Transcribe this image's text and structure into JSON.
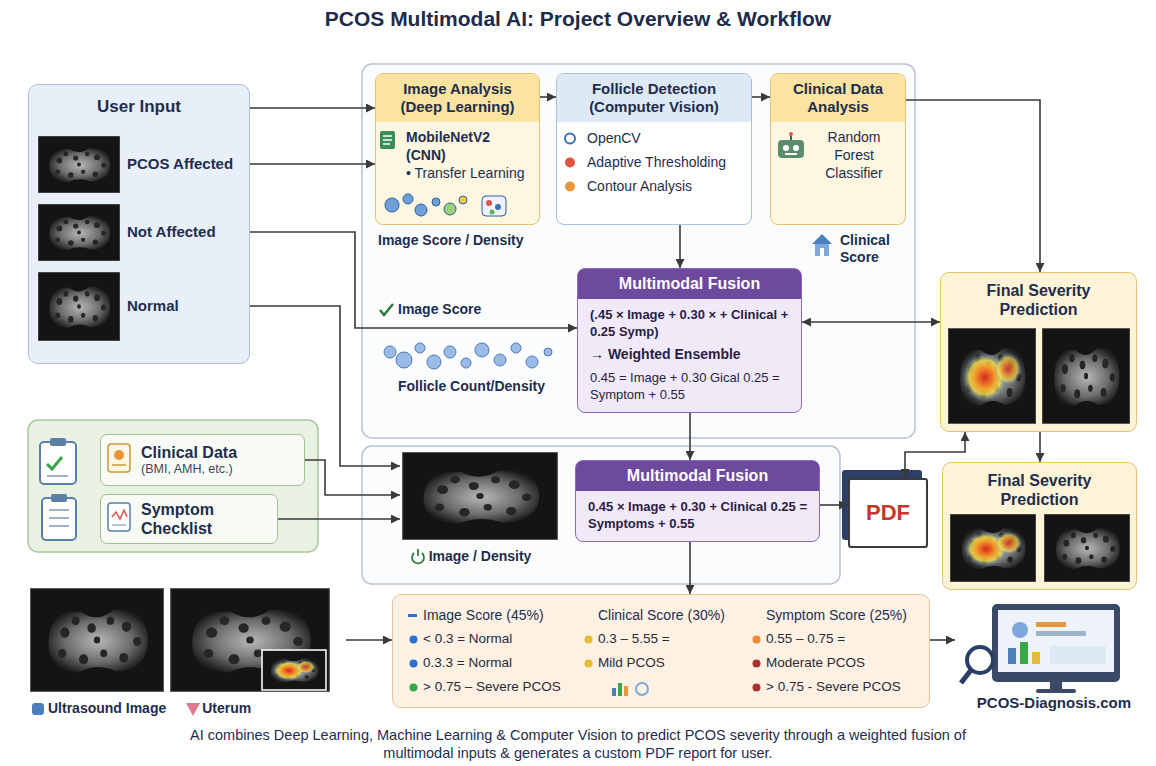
{
  "diagram": {
    "title": "PCOS Multimodal AI: Project Overview & Workflow",
    "caption": "AI combines Deep Learning, Machine Learning & Computer Vision to predict PCOS severity through a weighted fusion of multimodal inputs & generates a custom PDF report for user.",
    "nodes": [
      {
        "text": [
          "User Input"
        ]
      },
      {
        "text": [
          "PCOS Affected"
        ],
        "in": 0
      },
      {
        "text": [
          "Not Affected"
        ],
        "in": 0
      },
      {
        "text": [
          "Normal"
        ],
        "in": 0
      },
      {
        "text": [
          "Image Analysis (Deep Learning)",
          "MobileNetV2 (CNN)",
          "• Transfer Learning"
        ]
      },
      {
        "text": [
          "Follicle Detection (Computer Vision)",
          "OpenCV",
          "Adaptive Thresholding",
          "Contour Analysis"
        ]
      },
      {
        "text": [
          "Clinical Data Analysis",
          "Random Forest Classifier"
        ]
      },
      {
        "text": [
          "Multimodal Fusion",
          "(.45 × Image + 0.30 × + Clinical + 0.25 Symp)",
          "→ Weighted Ensemble",
          "0.45 = Image + 0.30 Gical 0.25 = Symptom + 0.55"
        ]
      },
      {
        "text": [
          "Final Severity Prediction"
        ]
      },
      {
        "text": [
          "Clinical Data",
          "(BMI, AMH, etc.)"
        ]
      },
      {
        "text": [
          "Symptom Checklist"
        ]
      },
      {
        "text": [
          "Image / Density"
        ]
      },
      {
        "text": [
          "Multimodal Fusion",
          "0.45 × Image + 0.30 + Clinical 0.25 = Symptoms + 0.55"
        ]
      },
      {
        "text": [
          "PDF"
        ]
      },
      {
        "text": [
          "Final Severity Prediction"
        ]
      },
      {
        "text": [
          "Ultrasound Image",
          "Uterum"
        ]
      },
      {
        "text": [
          "Image Score (45%)",
          "Clinical Score (30%)",
          "Symptom Score (25%)",
          "< 0.3 = Normal",
          "0.3 – 5.55 =",
          "0.55 – 0.75 =",
          "0.3.3 = Normal",
          "Mild PCOS",
          "Moderate PCOS",
          "> 0.75 – Severe PCOS",
          "> 0.75 - Severe PCOS"
        ]
      },
      {
        "text": [
          "PCOS-Diagnosis.com"
        ]
      }
    ],
    "edges": [
      {
        "from": 0,
        "to": 4,
        "arrow": "to"
      },
      {
        "from": 1,
        "to": 4,
        "arrow": "to"
      },
      {
        "from": 2,
        "to": 7,
        "arrow": "to"
      },
      {
        "from": 3,
        "to": 11,
        "arrow": "to"
      },
      {
        "from": 4,
        "to": 5,
        "arrow": "to"
      },
      {
        "from": 5,
        "to": 6,
        "arrow": "to"
      },
      {
        "from": 5,
        "to": 7,
        "arrow": "to"
      },
      {
        "from": 6,
        "to": 8,
        "arrow": "to"
      },
      {
        "from": 7,
        "to": 8,
        "arrow": "both"
      },
      {
        "from": 7,
        "to": 12,
        "arrow": "to"
      },
      {
        "from": 9,
        "to": 11,
        "arrow": "to"
      },
      {
        "from": 10,
        "to": 11,
        "arrow": "to"
      },
      {
        "from": 12,
        "to": 13,
        "arrow": "to"
      },
      {
        "from": 13,
        "to": 8,
        "arrow": "both"
      },
      {
        "from": 8,
        "to": 14,
        "arrow": "to"
      },
      {
        "from": 12,
        "to": 16,
        "arrow": "to"
      },
      {
        "from": 15,
        "to": 16,
        "arrow": "to"
      },
      {
        "from": 16,
        "to": 17,
        "arrow": "to"
      }
    ],
    "labels": [
      "Image Score / Density",
      "Image Score",
      "Follicle Count/Density",
      "Clinical Score"
    ]
  }
}
